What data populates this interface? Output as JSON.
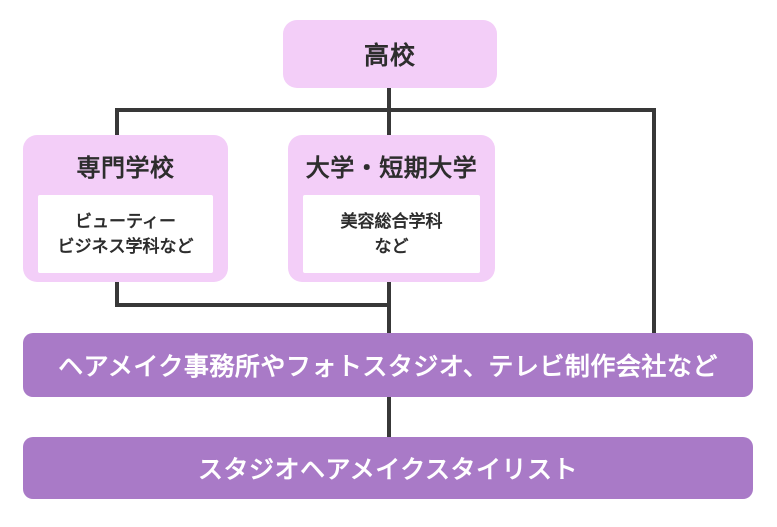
{
  "flowchart": {
    "koko": {
      "label": "高校"
    },
    "senmon": {
      "title": "専門学校",
      "sub_line1": "ビューティー",
      "sub_line2": "ビジネス学科など"
    },
    "daigaku": {
      "title": "大学・短期大学",
      "sub_line1": "美容総合学科",
      "sub_line2": "など"
    },
    "workplace_bar": {
      "label": "ヘアメイク事務所やフォトスタジオ、テレビ制作会社など"
    },
    "role_bar": {
      "label": "スタジオヘアメイクスタイリスト"
    }
  },
  "colors": {
    "box_bg": "#f3cef8",
    "bar_bg": "#a97ac7",
    "line": "#383838",
    "text_dark": "#2d2d2d",
    "text_light": "#ffffff",
    "inner_bg": "#ffffff"
  }
}
